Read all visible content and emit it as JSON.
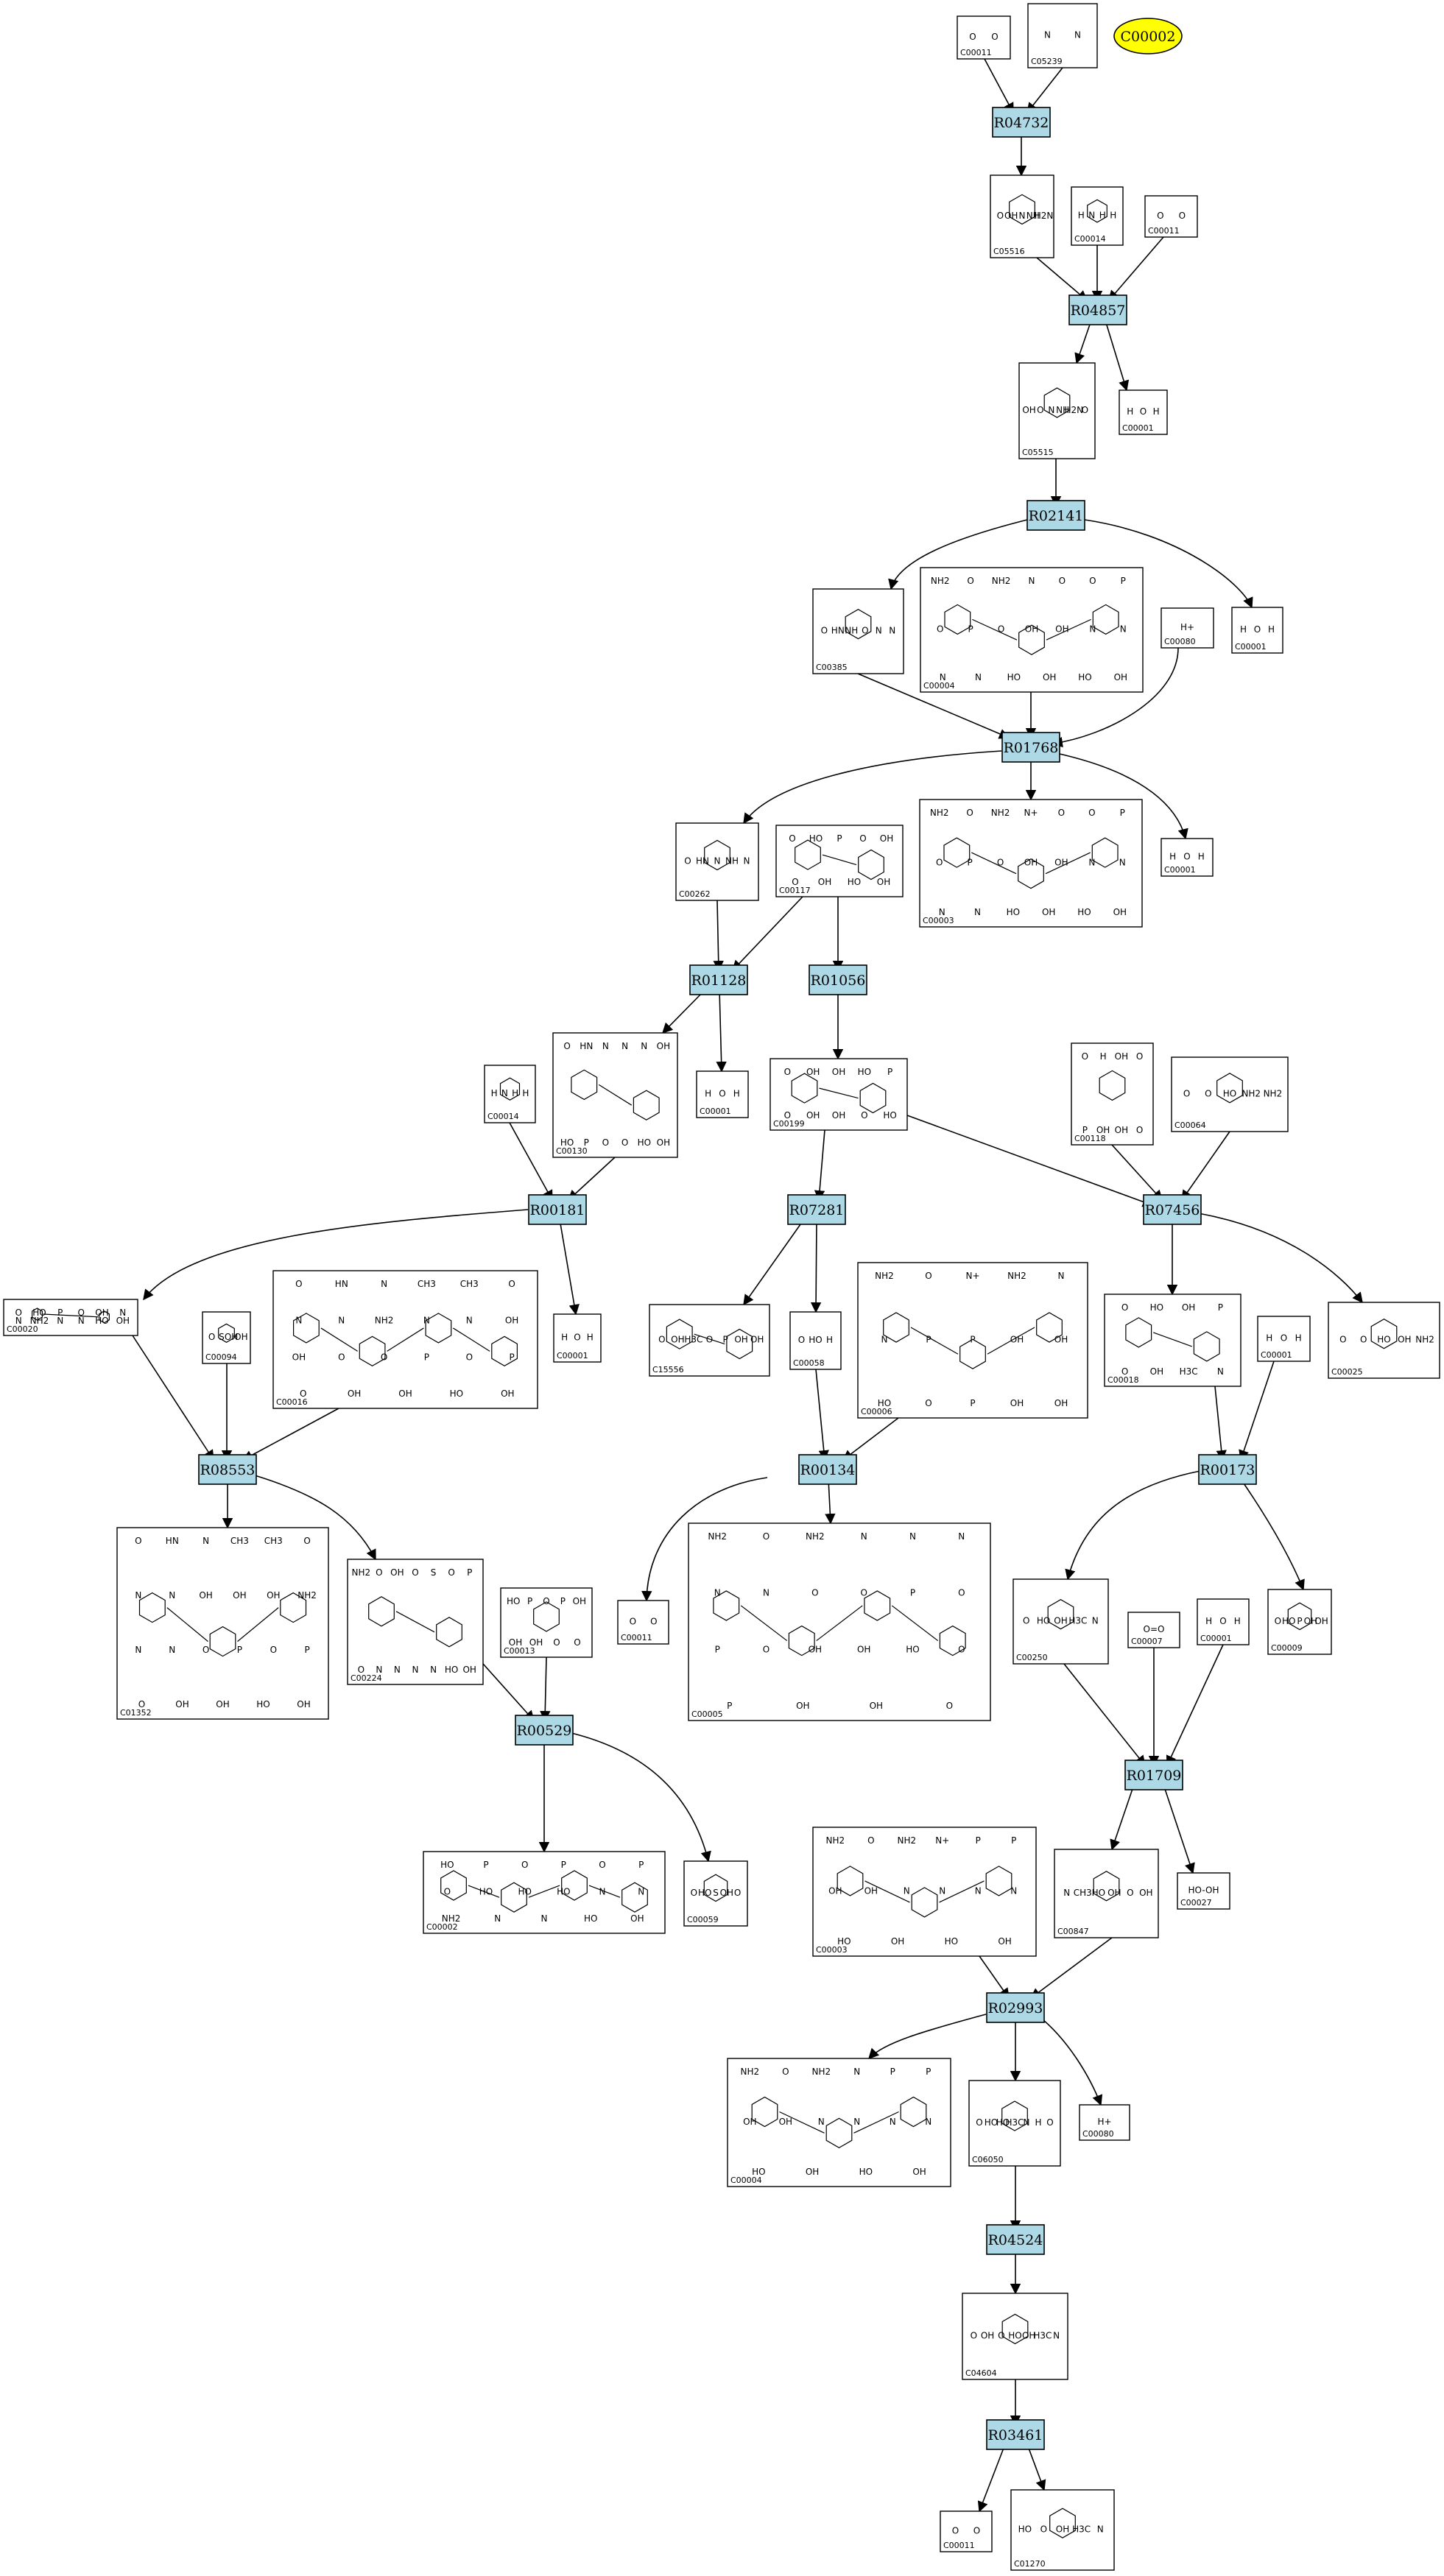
{
  "diagram": {
    "reactions": [
      {
        "id": "R04732"
      },
      {
        "id": "R04857"
      },
      {
        "id": "R02141"
      },
      {
        "id": "R01768"
      },
      {
        "id": "R01128"
      },
      {
        "id": "R01056"
      },
      {
        "id": "R00181"
      },
      {
        "id": "R07281"
      },
      {
        "id": "R07456"
      },
      {
        "id": "R08553"
      },
      {
        "id": "R00134"
      },
      {
        "id": "R00173"
      },
      {
        "id": "R00529"
      },
      {
        "id": "R01709"
      },
      {
        "id": "R02993"
      },
      {
        "id": "R04524"
      },
      {
        "id": "R03461"
      }
    ],
    "start_compound": {
      "id": "C00002"
    },
    "compounds": [
      {
        "key": "c1",
        "id": "C00011",
        "atoms": [
          "O",
          "O"
        ]
      },
      {
        "key": "c2",
        "id": "C05239",
        "atoms": [
          "N",
          "N"
        ]
      },
      {
        "key": "c3",
        "id": "C05516",
        "atoms": [
          "O",
          "OH",
          "N",
          "NH",
          "H2N"
        ]
      },
      {
        "key": "c4",
        "id": "C00014",
        "atoms": [
          "H",
          "N",
          "H",
          "H"
        ]
      },
      {
        "key": "c5",
        "id": "C00011",
        "atoms": [
          "O",
          "O"
        ]
      },
      {
        "key": "c6",
        "id": "C05515",
        "atoms": [
          "OH",
          "O",
          "N",
          "NH",
          "H2N",
          "O"
        ]
      },
      {
        "key": "c7",
        "id": "C00001",
        "atoms": [
          "H",
          "O",
          "H"
        ]
      },
      {
        "key": "c8",
        "id": "C00385",
        "atoms": [
          "O",
          "HN",
          "NH",
          "O",
          "N",
          "N"
        ]
      },
      {
        "key": "c9",
        "id": "C00004",
        "atoms": [
          "NH2",
          "O",
          "NH2",
          "N",
          "O",
          "O",
          "P",
          "O",
          "P",
          "O",
          "OH",
          "OH",
          "N",
          "N",
          "N",
          "N",
          "HO",
          "OH",
          "HO",
          "OH"
        ]
      },
      {
        "key": "c10",
        "id": "C00080",
        "atoms": [
          "H+"
        ]
      },
      {
        "key": "c11",
        "id": "C00001",
        "atoms": [
          "H",
          "O",
          "H"
        ]
      },
      {
        "key": "c12",
        "id": "C00262",
        "atoms": [
          "O",
          "HN",
          "N",
          "NH",
          "N"
        ]
      },
      {
        "key": "c13",
        "id": "C00117",
        "atoms": [
          "O",
          "HO",
          "P",
          "O",
          "OH",
          "O",
          "OH",
          "HO",
          "OH"
        ]
      },
      {
        "key": "c14",
        "id": "C00003",
        "atoms": [
          "NH2",
          "O",
          "NH2",
          "N+",
          "O",
          "O",
          "P",
          "O",
          "P",
          "O",
          "OH",
          "OH",
          "N",
          "N",
          "N",
          "N",
          "HO",
          "OH",
          "HO",
          "OH"
        ]
      },
      {
        "key": "c15",
        "id": "C00001",
        "atoms": [
          "H",
          "O",
          "H"
        ]
      },
      {
        "key": "c16",
        "id": "C00130",
        "atoms": [
          "O",
          "HN",
          "N",
          "N",
          "N",
          "OH",
          "HO",
          "P",
          "O",
          "O",
          "HO",
          "OH"
        ]
      },
      {
        "key": "c17",
        "id": "C00001",
        "atoms": [
          "H",
          "O",
          "H"
        ]
      },
      {
        "key": "c18",
        "id": "C00014",
        "atoms": [
          "H",
          "N",
          "H",
          "H"
        ]
      },
      {
        "key": "c19",
        "id": "C00199",
        "atoms": [
          "O",
          "OH",
          "OH",
          "HO",
          "P",
          "O",
          "OH",
          "OH",
          "O",
          "HO"
        ]
      },
      {
        "key": "c20",
        "id": "C00118",
        "atoms": [
          "O",
          "H",
          "OH",
          "O",
          "P",
          "OH",
          "OH",
          "O"
        ]
      },
      {
        "key": "c21",
        "id": "C00064",
        "atoms": [
          "O",
          "O",
          "HO",
          "NH2",
          "NH2"
        ]
      },
      {
        "key": "c22",
        "id": "C00020",
        "atoms": [
          "O",
          "HO",
          "P",
          "O",
          "OH",
          "N",
          "N",
          "NH2",
          "N",
          "N",
          "HO",
          "OH"
        ]
      },
      {
        "key": "c23",
        "id": "C00094",
        "atoms": [
          "O",
          "S",
          "OH",
          "OH"
        ]
      },
      {
        "key": "c24",
        "id": "C00016",
        "atoms": [
          "O",
          "HN",
          "N",
          "CH3",
          "CH3",
          "O",
          "N",
          "N",
          "NH2",
          "N",
          "N",
          "OH",
          "OH",
          "O",
          "O",
          "P",
          "O",
          "P",
          "O",
          "OH",
          "OH",
          "HO",
          "OH"
        ]
      },
      {
        "key": "c25",
        "id": "C00001",
        "atoms": [
          "H",
          "O",
          "H"
        ]
      },
      {
        "key": "c26",
        "id": "C15556",
        "atoms": [
          "O",
          "OH",
          "H3C",
          "O",
          "P",
          "OH",
          "OH"
        ]
      },
      {
        "key": "c27",
        "id": "C00058",
        "atoms": [
          "O",
          "HO",
          "H"
        ]
      },
      {
        "key": "c28",
        "id": "C00006",
        "atoms": [
          "NH2",
          "O",
          "N+",
          "NH2",
          "N",
          "N",
          "P",
          "P",
          "OH",
          "OH",
          "HO",
          "O",
          "P",
          "OH",
          "OH"
        ]
      },
      {
        "key": "c29",
        "id": "C00018",
        "atoms": [
          "O",
          "HO",
          "OH",
          "P",
          "O",
          "OH",
          "H3C",
          "N"
        ]
      },
      {
        "key": "c30",
        "id": "C00001",
        "atoms": [
          "H",
          "O",
          "H"
        ]
      },
      {
        "key": "c31",
        "id": "C00025",
        "atoms": [
          "O",
          "O",
          "HO",
          "OH",
          "NH2"
        ]
      },
      {
        "key": "c32",
        "id": "C01352",
        "atoms": [
          "O",
          "HN",
          "N",
          "CH3",
          "CH3",
          "O",
          "N",
          "N",
          "OH",
          "OH",
          "OH",
          "NH2",
          "N",
          "N",
          "O",
          "P",
          "O",
          "P",
          "O",
          "OH",
          "OH",
          "HO",
          "OH"
        ]
      },
      {
        "key": "c33",
        "id": "C00224",
        "atoms": [
          "NH2",
          "O",
          "OH",
          "O",
          "S",
          "O",
          "P",
          "O",
          "N",
          "N",
          "N",
          "N",
          "HO",
          "OH"
        ]
      },
      {
        "key": "c34",
        "id": "C00013",
        "atoms": [
          "HO",
          "P",
          "O",
          "P",
          "OH",
          "OH",
          "OH",
          "O",
          "O"
        ]
      },
      {
        "key": "c35",
        "id": "C00011",
        "atoms": [
          "O",
          "O"
        ]
      },
      {
        "key": "c36",
        "id": "C00005",
        "atoms": [
          "NH2",
          "O",
          "NH2",
          "N",
          "N",
          "N",
          "N",
          "N",
          "O",
          "O",
          "P",
          "O",
          "P",
          "O",
          "OH",
          "OH",
          "HO",
          "O",
          "P",
          "OH",
          "OH",
          "O"
        ]
      },
      {
        "key": "c37",
        "id": "C00250",
        "atoms": [
          "O",
          "HO",
          "OH",
          "H3C",
          "N"
        ]
      },
      {
        "key": "c38",
        "id": "C00007",
        "atoms": [
          "O=O"
        ]
      },
      {
        "key": "c39",
        "id": "C00001",
        "atoms": [
          "H",
          "O",
          "H"
        ]
      },
      {
        "key": "c40",
        "id": "C00009",
        "atoms": [
          "O",
          "HO",
          "P",
          "OH",
          "OH"
        ]
      },
      {
        "key": "c41",
        "id": "C00002",
        "atoms": [
          "HO",
          "P",
          "O",
          "P",
          "O",
          "P",
          "O",
          "HO",
          "HO",
          "HO",
          "N",
          "N",
          "NH2",
          "N",
          "N",
          "HO",
          "OH"
        ]
      },
      {
        "key": "c42",
        "id": "C00059",
        "atoms": [
          "O",
          "HO",
          "S",
          "OH",
          "O"
        ]
      },
      {
        "key": "c43",
        "id": "C00003",
        "atoms": [
          "NH2",
          "O",
          "NH2",
          "N+",
          "P",
          "P",
          "OH",
          "OH",
          "N",
          "N",
          "N",
          "N",
          "HO",
          "OH",
          "HO",
          "OH"
        ]
      },
      {
        "key": "c44",
        "id": "C00847",
        "atoms": [
          "N",
          "CH3",
          "HO",
          "OH",
          "O",
          "OH"
        ]
      },
      {
        "key": "c45",
        "id": "C00027",
        "atoms": [
          "HO-OH"
        ]
      },
      {
        "key": "c46",
        "id": "C00004",
        "atoms": [
          "NH2",
          "O",
          "NH2",
          "N",
          "P",
          "P",
          "OH",
          "OH",
          "N",
          "N",
          "N",
          "N",
          "HO",
          "OH",
          "HO",
          "OH"
        ]
      },
      {
        "key": "c47",
        "id": "C06050",
        "atoms": [
          "O",
          "HO",
          "HO",
          "H3C",
          "N",
          "H",
          "O"
        ]
      },
      {
        "key": "c48",
        "id": "C00080",
        "atoms": [
          "H+"
        ]
      },
      {
        "key": "c49",
        "id": "C04604",
        "atoms": [
          "O",
          "OH",
          "O",
          "HO",
          "OH",
          "H3C",
          "N"
        ]
      },
      {
        "key": "c50",
        "id": "C00011",
        "atoms": [
          "O",
          "O"
        ]
      },
      {
        "key": "c51",
        "id": "C01270",
        "atoms": [
          "HO",
          "O",
          "OH",
          "H3C",
          "N"
        ]
      }
    ]
  }
}
